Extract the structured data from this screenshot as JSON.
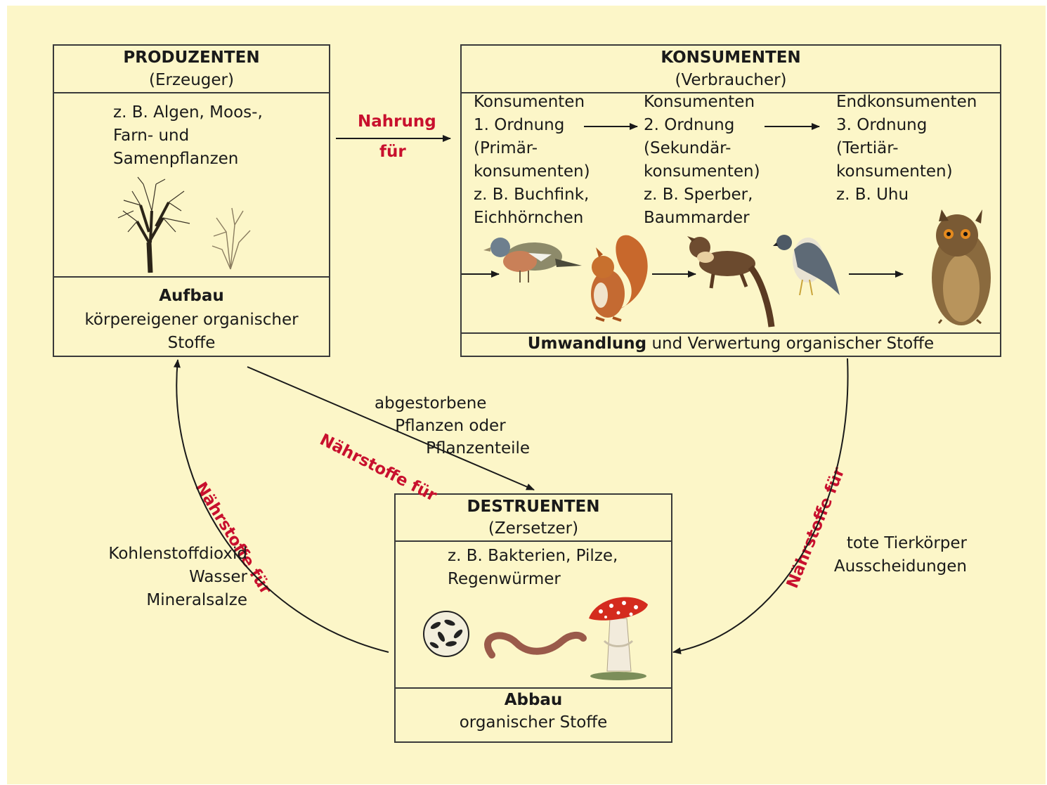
{
  "produzenten": {
    "title": "PRODUZENTEN",
    "subtitle": "(Erzeuger)",
    "examples": "z. B. Algen, Moos-,\nFarn- und\nSamenpflanzen",
    "bottom_title": "Aufbau",
    "bottom_text": "körpereigener organischer\nStoffe"
  },
  "konsumenten": {
    "title": "KONSUMENTEN",
    "subtitle": "(Verbraucher)",
    "col1": "Konsumenten\n1. Ordnung\n(Primär-\nkonsumenten)\nz. B. Buchfink,\nEichhörnchen",
    "col2": "Konsumenten\n2. Ordnung\n(Sekundär-\nkonsumenten)\nz. B. Sperber,\nBaummarder",
    "col3": "Endkonsumenten\n3. Ordnung\n(Tertiär-\nkonsumenten)\nz. B. Uhu",
    "bottom_bold": "Umwandlung",
    "bottom_rest": " und Verwertung organischer Stoffe"
  },
  "destruenten": {
    "title": "DESTRUENTEN",
    "subtitle": "(Zersetzer)",
    "examples": "z. B. Bakterien, Pilze,\nRegenwürmer",
    "bottom_title": "Abbau",
    "bottom_text": "organischer Stoffe"
  },
  "arrows": {
    "food_label_1": "Nahrung",
    "food_label_2": "für",
    "nutrients_label": "Nährstoffe für",
    "dead_plants": "abgestorbene\n    Pflanzen oder\n          Pflanzenteile",
    "dead_animals": "tote Tierkörper\nAusscheidungen",
    "inorganic": "Kohlenstoffdioxid\nWasser\nMineralsalze"
  },
  "colors": {
    "background": "#fcf6c8",
    "accent_red": "#c8102e",
    "line": "#3a3a3a"
  },
  "icons": [
    "tree-icon",
    "shrub-icon",
    "chaffinch-icon",
    "squirrel-icon",
    "marten-icon",
    "sparrowhawk-icon",
    "eagle-owl-icon",
    "bacteria-icon",
    "earthworm-icon",
    "mushroom-icon"
  ]
}
